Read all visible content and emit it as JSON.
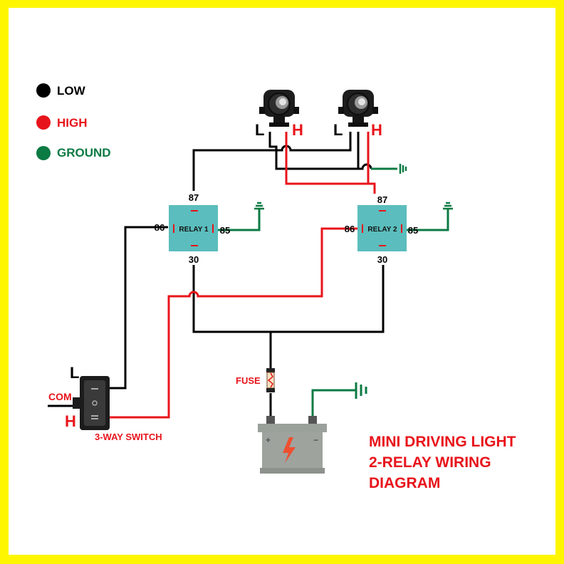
{
  "legend": [
    {
      "label": "LOW",
      "color": "#000000"
    },
    {
      "label": "HIGH",
      "color": "#e8141b"
    },
    {
      "label": "GROUND",
      "color": "#0b7a43"
    }
  ],
  "lights": [
    {
      "low_label": "L",
      "high_label": "H"
    },
    {
      "low_label": "L",
      "high_label": "H"
    }
  ],
  "relays": [
    {
      "label": "RELAY 1",
      "pin87": "87",
      "pin86": "86",
      "pin85": "85",
      "pin30": "30"
    },
    {
      "label": "RELAY 2",
      "pin87": "87",
      "pin86": "86",
      "pin85": "85",
      "pin30": "30"
    }
  ],
  "switch": {
    "label": "3-WAY SWITCH",
    "low_label": "L",
    "com_label": "COM",
    "high_label": "H"
  },
  "fuse_label": "FUSE",
  "title_lines": [
    "MINI DRIVING LIGHT",
    "2-RELAY WIRING",
    "DIAGRAM"
  ],
  "colors": {
    "low": "#000000",
    "high": "#e8141b",
    "ground": "#0b7a43",
    "relay": "#5bbdbd",
    "title": "#e8141b",
    "border": "#fdf600"
  }
}
